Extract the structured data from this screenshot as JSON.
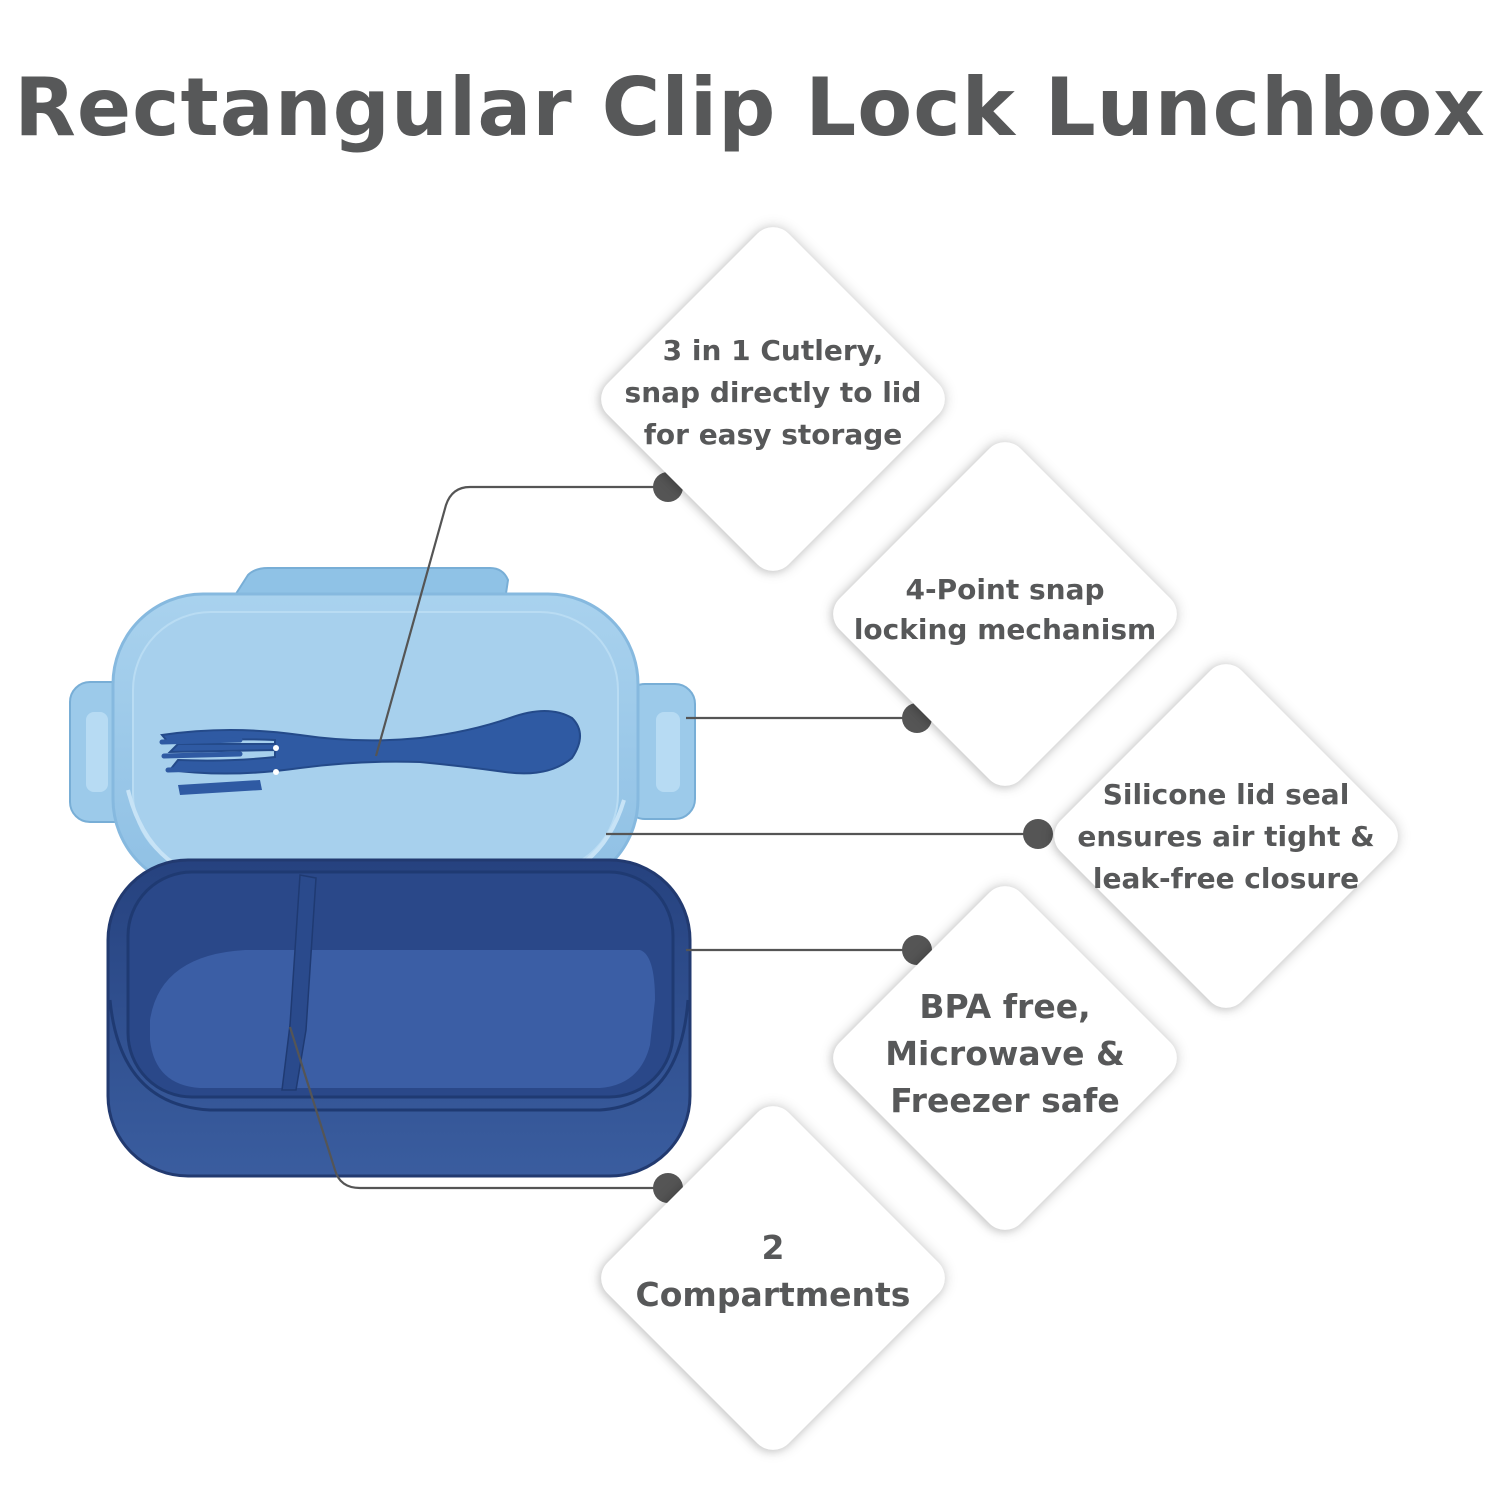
{
  "title": "Rectangular Clip Lock Lunchbox",
  "features": [
    {
      "id": "cutlery",
      "text": "3 in 1 Cutlery,\nsnap directly to lid\nfor easy storage"
    },
    {
      "id": "locking",
      "text": "4-Point snap\nlocking mechanism"
    },
    {
      "id": "seal",
      "text": "Silicone lid seal\nensures air tight &\nleak-free closure"
    },
    {
      "id": "bpa",
      "text": "BPA free,\nMicrowave &\nFreezer safe"
    },
    {
      "id": "compartments",
      "text": "2\nCompartments"
    }
  ],
  "colors": {
    "title_text": "#575859",
    "lid_light_blue": "#9fcbe9",
    "base_navy": "#2f4f8d",
    "callout_line": "#555555"
  }
}
